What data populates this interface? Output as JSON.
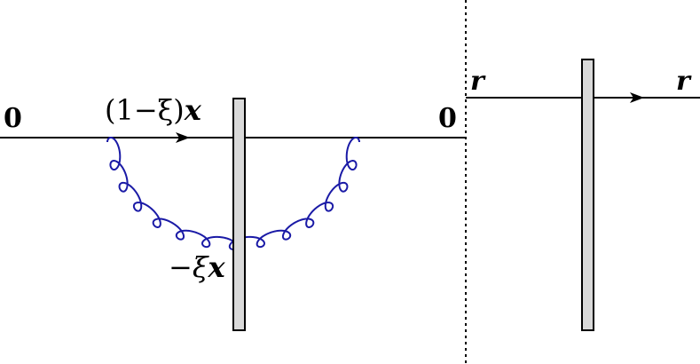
{
  "diagram": {
    "left_panel": {
      "start_label": "0",
      "end_label": "0",
      "top_label_paren": "(1−ξ)",
      "top_label_vec": "x",
      "bottom_label_prefix": "−ξ",
      "bottom_label_vec": "x"
    },
    "right_panel": {
      "start_label": "r",
      "end_label": "r"
    }
  },
  "colors": {
    "line": "#000000",
    "gluon": "#1a1aa6",
    "shockwave_fill": "#d9d9d9",
    "shockwave_stroke": "#000000"
  }
}
